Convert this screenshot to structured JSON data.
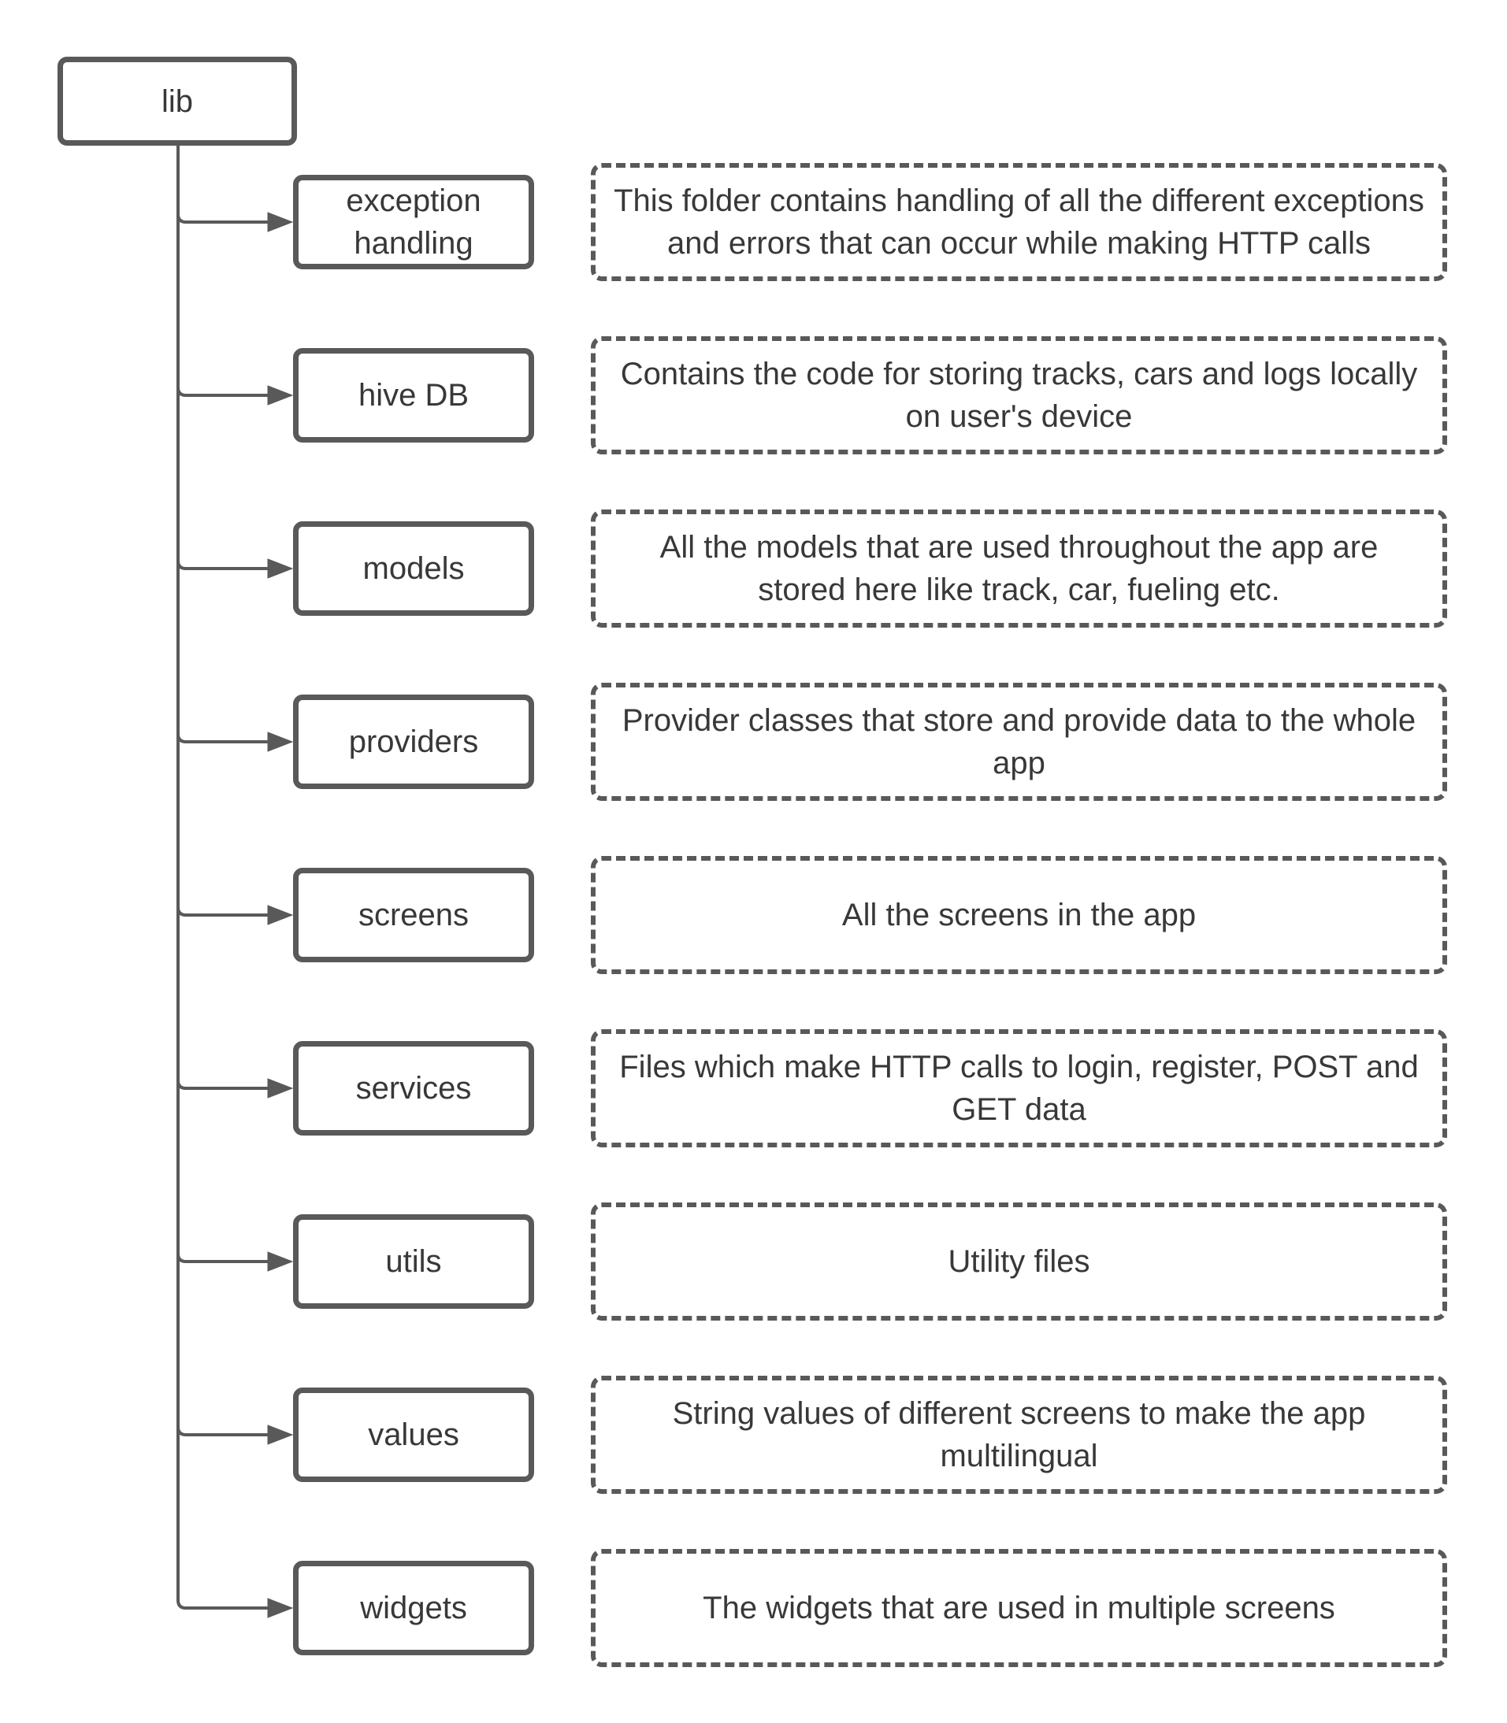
{
  "diagram": {
    "root_label": "lib",
    "nodes": [
      {
        "label": "exception handling",
        "description": "This folder contains handling of all the different exceptions and errors that can occur while making HTTP calls"
      },
      {
        "label": "hive DB",
        "description": "Contains the code for storing tracks, cars and logs locally on user's device"
      },
      {
        "label": "models",
        "description": "All the models that are used throughout the app are stored here like track, car, fueling etc."
      },
      {
        "label": "providers",
        "description": "Provider classes that store and provide data to the whole app"
      },
      {
        "label": "screens",
        "description": "All the screens in the app"
      },
      {
        "label": "services",
        "description": "Files which make HTTP calls to login, register, POST and GET data"
      },
      {
        "label": "utils",
        "description": "Utility files"
      },
      {
        "label": "values",
        "description": "String values of different screens to make the app multilingual"
      },
      {
        "label": "widgets",
        "description": "The widgets that are used in multiple screens"
      }
    ],
    "colors": {
      "stroke": "#595959",
      "text": "#383838",
      "background": "#ffffff"
    }
  }
}
